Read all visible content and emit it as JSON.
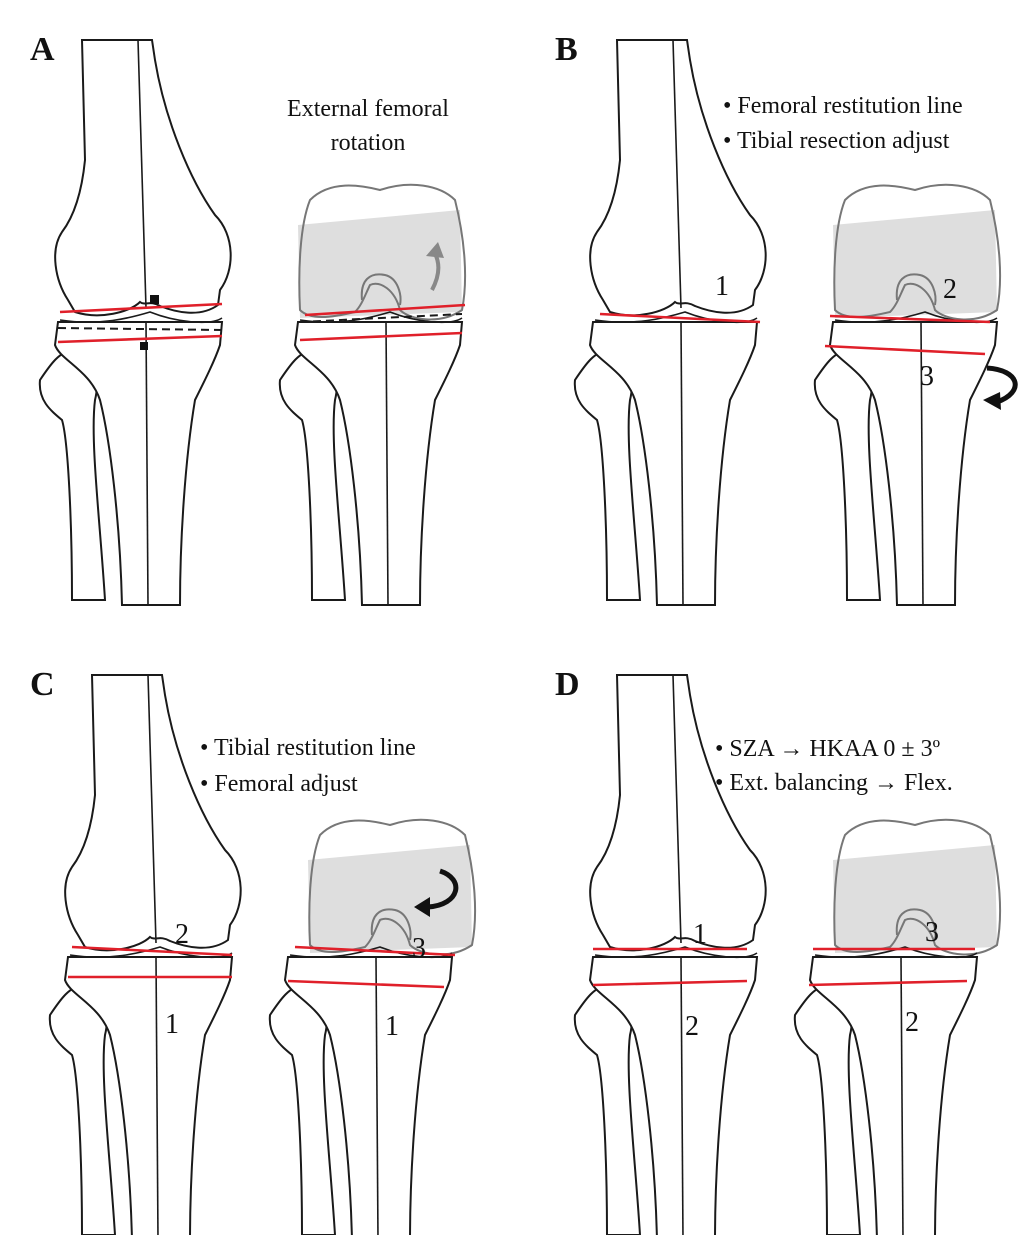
{
  "panels": {
    "A": {
      "letter": "A",
      "note_lines": [
        "External femoral",
        "rotation"
      ],
      "numbers": []
    },
    "B": {
      "letter": "B",
      "note_lines": [
        "• Femoral restitution line",
        "• Tibial resection adjust"
      ],
      "numbers": [
        "1",
        "2",
        "3"
      ]
    },
    "C": {
      "letter": "C",
      "note_lines": [
        "• Tibial restitution line",
        "• Femoral adjust"
      ],
      "numbers": [
        "2",
        "1",
        "3",
        "1"
      ]
    },
    "D": {
      "letter": "D",
      "note_lines": [
        "• SZA → HKAA 0 ± 3º",
        "• Ext. balancing → Flex."
      ],
      "numbers": [
        "1",
        "2",
        "3",
        "2"
      ]
    }
  },
  "colors": {
    "resection_line": "#e0202a",
    "axial_shading": "#dedede"
  }
}
